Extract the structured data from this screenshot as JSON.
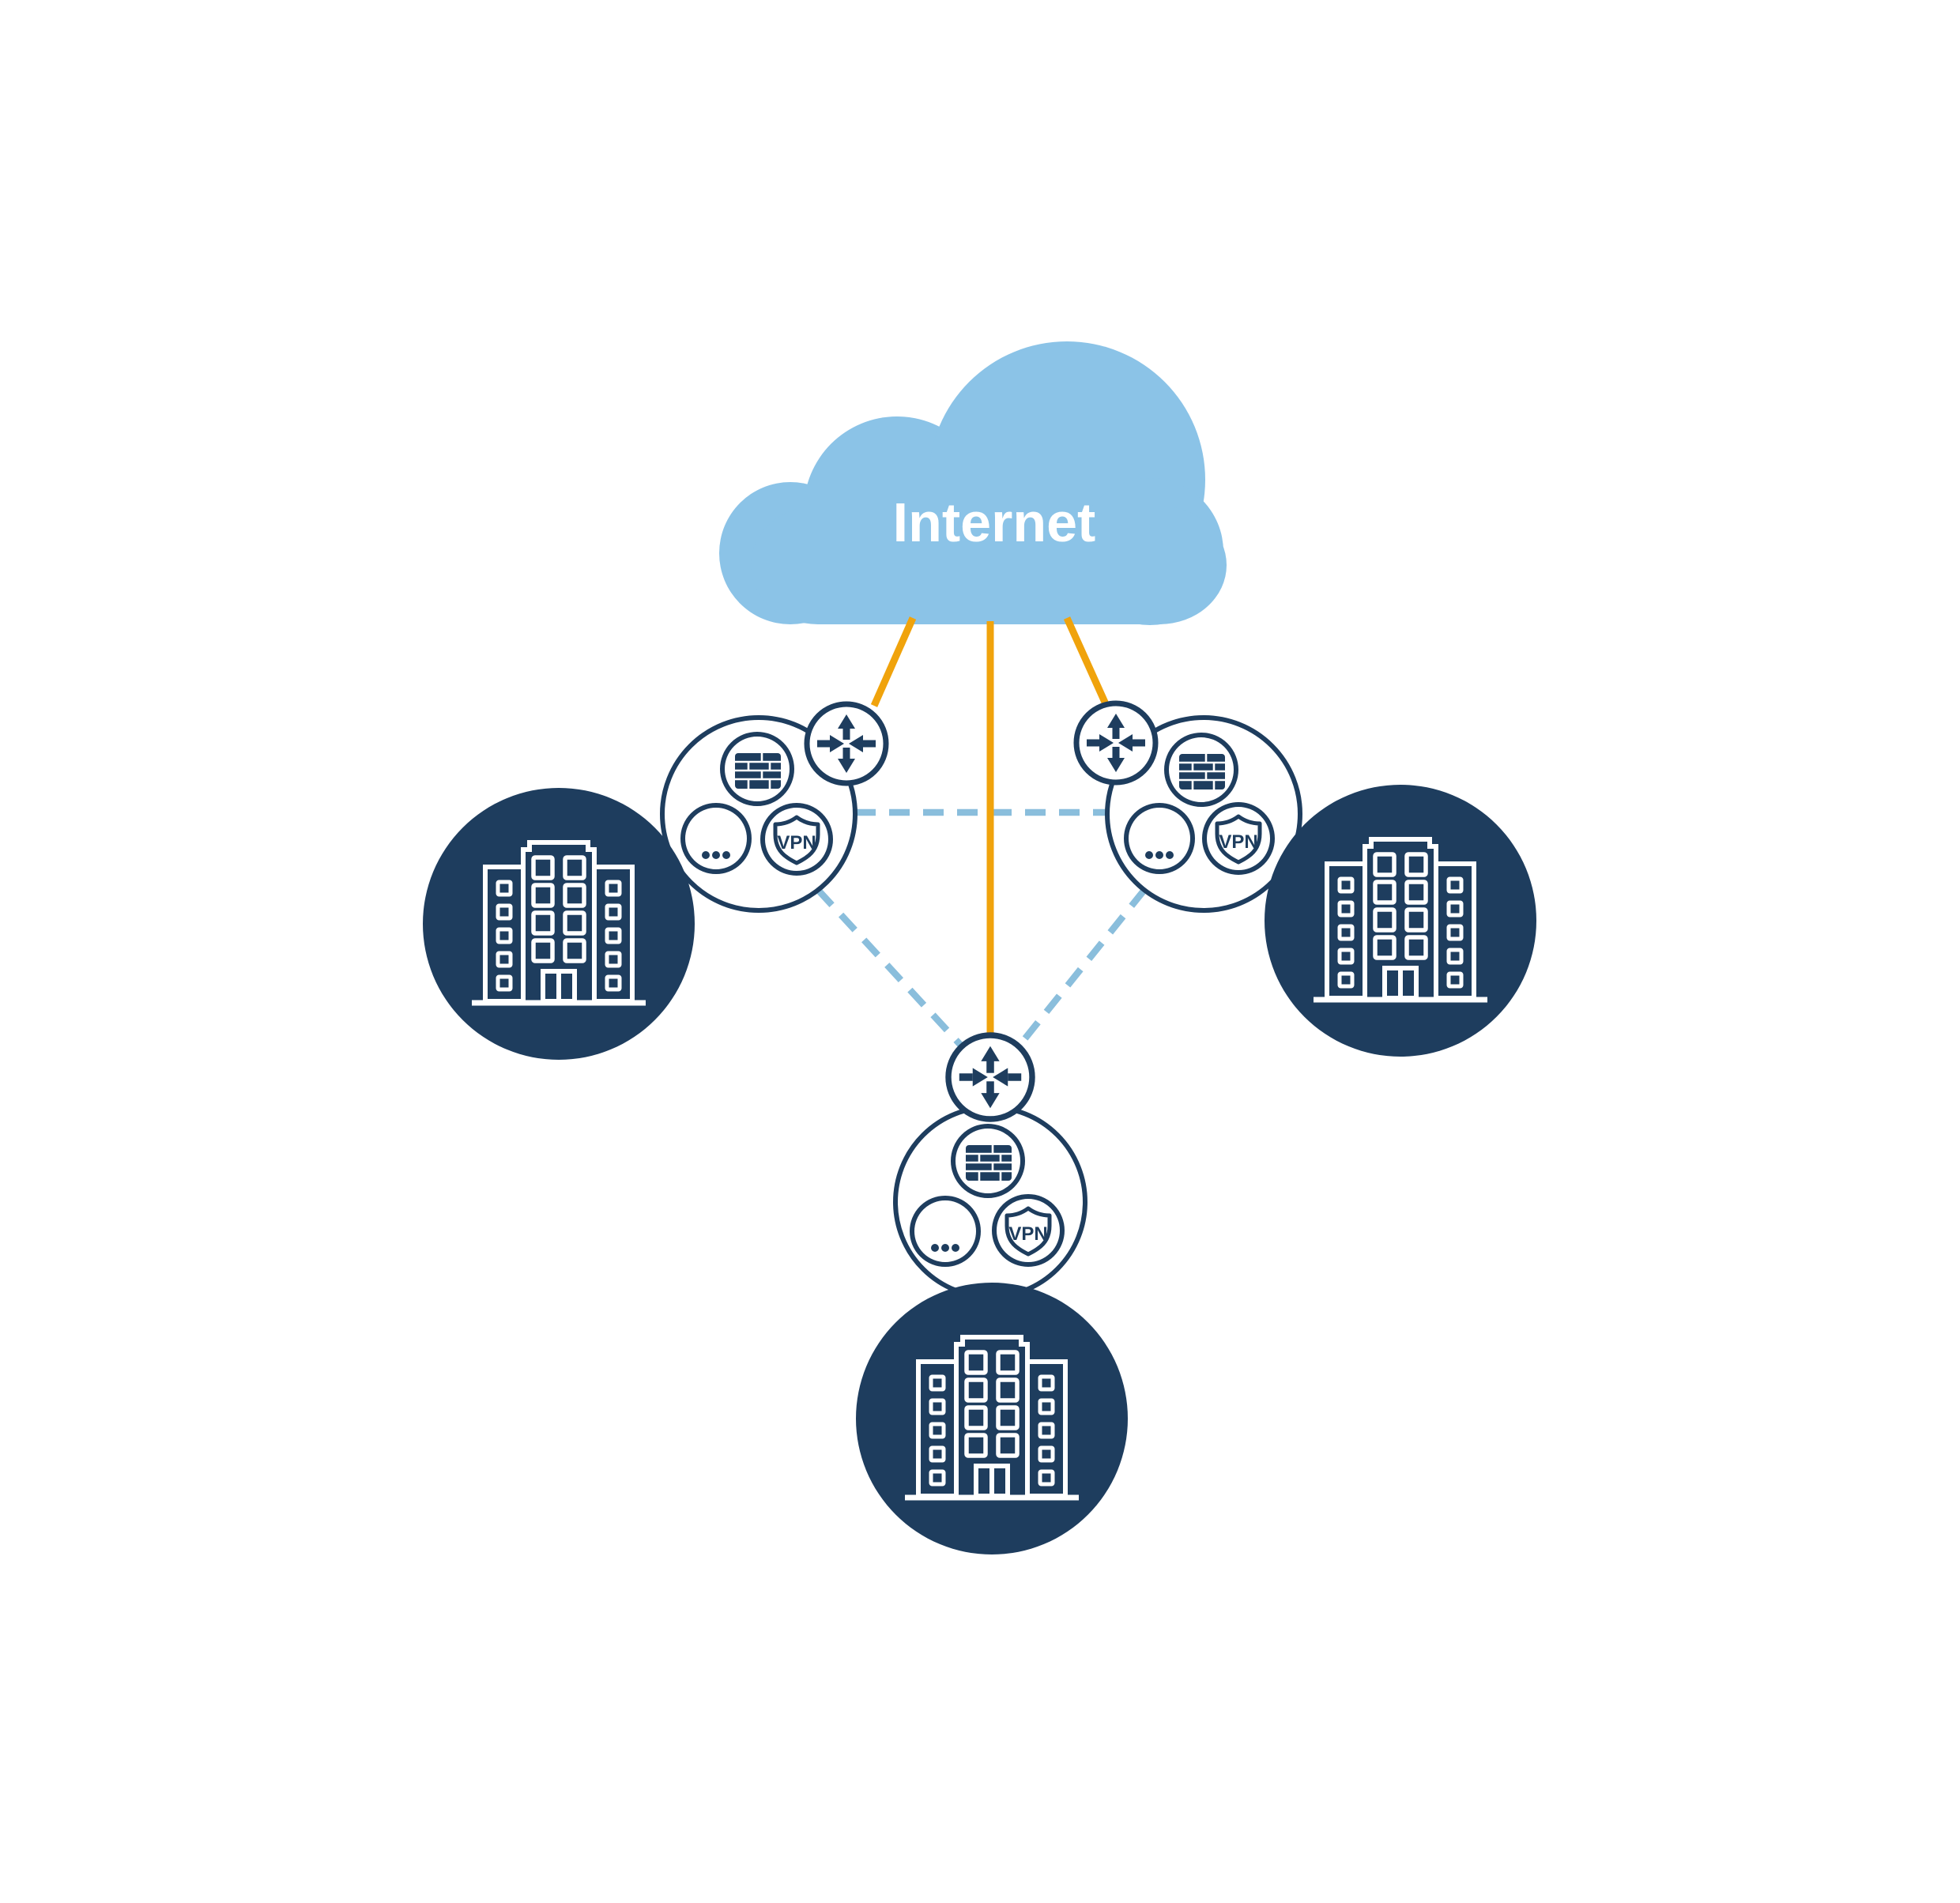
{
  "cloud": {
    "label": "Internet",
    "fill": "#8BC3E7",
    "label_color": "#ffffff"
  },
  "labels": {
    "vpn": "VPN"
  },
  "colors": {
    "navy": "#1E3D5E",
    "white": "#ffffff",
    "internet_link_orange": "#F0A30C",
    "mesh_link_blue": "#8ABEDC",
    "background": "#ffffff"
  },
  "topology": {
    "hub": "Internet",
    "sites": [
      {
        "id": "branch-left",
        "components": [
          "router",
          "firewall",
          "more-services",
          "vpn"
        ],
        "endpoint": "office-building"
      },
      {
        "id": "branch-right",
        "components": [
          "router",
          "firewall",
          "more-services",
          "vpn"
        ],
        "endpoint": "office-building"
      },
      {
        "id": "branch-bottom",
        "components": [
          "router",
          "firewall",
          "more-services",
          "vpn"
        ],
        "endpoint": "office-building"
      }
    ],
    "links": {
      "internet_links": [
        {
          "from": "Internet",
          "to": "branch-left",
          "style": "solid-orange"
        },
        {
          "from": "Internet",
          "to": "branch-bottom",
          "style": "solid-orange"
        },
        {
          "from": "Internet",
          "to": "branch-right",
          "style": "solid-orange"
        }
      ],
      "mesh_links": [
        {
          "from": "branch-left",
          "to": "branch-right",
          "style": "dashed-blue"
        },
        {
          "from": "branch-left",
          "to": "branch-bottom",
          "style": "dashed-blue"
        },
        {
          "from": "branch-right",
          "to": "branch-bottom",
          "style": "dashed-blue"
        }
      ]
    }
  }
}
